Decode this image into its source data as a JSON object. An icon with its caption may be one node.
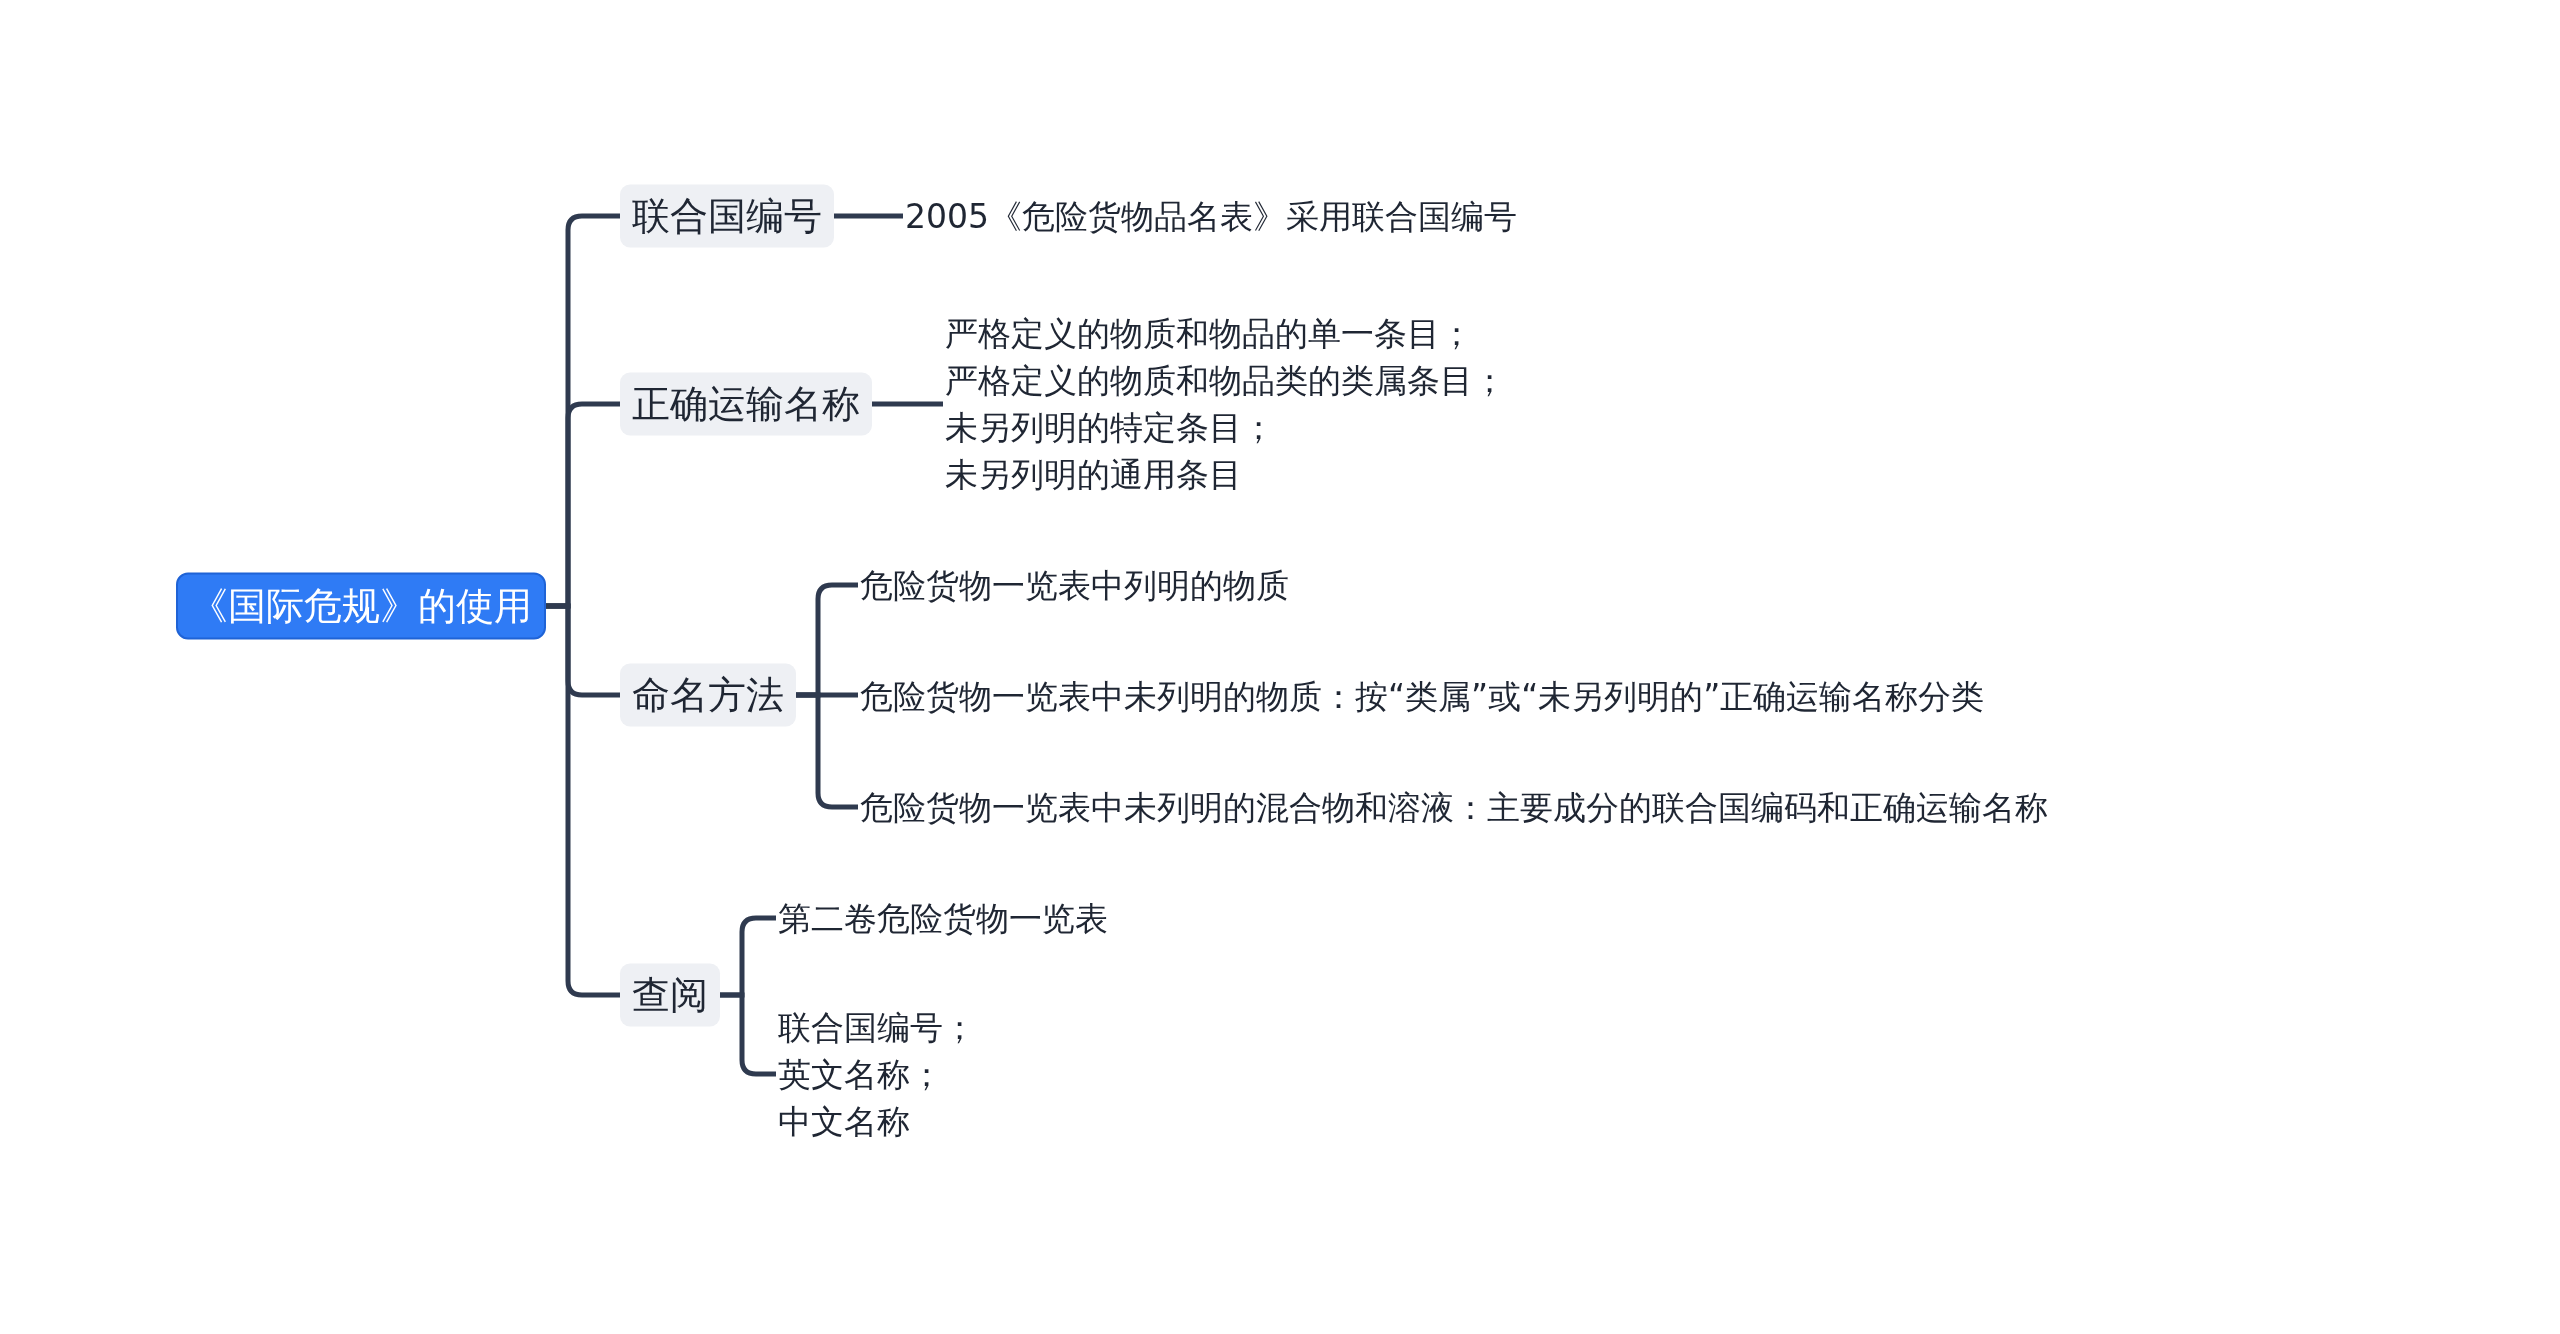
{
  "diagram": {
    "nodes": [
      {
        "text": [
          "《国际危规》的使用"
        ]
      },
      {
        "text": [
          "联合国编号"
        ]
      },
      {
        "text": [
          "2005《危险货物品名表》采用联合国编号"
        ]
      },
      {
        "text": [
          "正确运输名称"
        ]
      },
      {
        "text": [
          "严格定义的物质和物品的单一条目；",
          "严格定义的物质和物品类的类属条目；",
          "未另列明的特定条目；",
          "未另列明的通用条目"
        ]
      },
      {
        "text": [
          "命名方法"
        ]
      },
      {
        "text": [
          "危险货物一览表中列明的物质"
        ]
      },
      {
        "text": [
          "危险货物一览表中未列明的物质：按“类属”或“未另列明的”正确运输名称分类"
        ]
      },
      {
        "text": [
          "危险货物一览表中未列明的混合物和溶液：主要成分的联合国编码和正确运输名称"
        ]
      },
      {
        "text": [
          "查阅"
        ]
      },
      {
        "text": [
          "第二卷危险货物一览表"
        ]
      },
      {
        "text": [
          "联合国编号；",
          "英文名称；",
          "中文名称"
        ]
      }
    ],
    "edges": [
      {
        "from": 0,
        "to": 1,
        "arrow": "none"
      },
      {
        "from": 0,
        "to": 3,
        "arrow": "none"
      },
      {
        "from": 0,
        "to": 5,
        "arrow": "none"
      },
      {
        "from": 0,
        "to": 9,
        "arrow": "none"
      },
      {
        "from": 1,
        "to": 2,
        "arrow": "none"
      },
      {
        "from": 3,
        "to": 4,
        "arrow": "none"
      },
      {
        "from": 5,
        "to": 6,
        "arrow": "none"
      },
      {
        "from": 5,
        "to": 7,
        "arrow": "none"
      },
      {
        "from": 5,
        "to": 8,
        "arrow": "none"
      },
      {
        "from": 9,
        "to": 10,
        "arrow": "none"
      },
      {
        "from": 9,
        "to": 11,
        "arrow": "none"
      }
    ]
  }
}
